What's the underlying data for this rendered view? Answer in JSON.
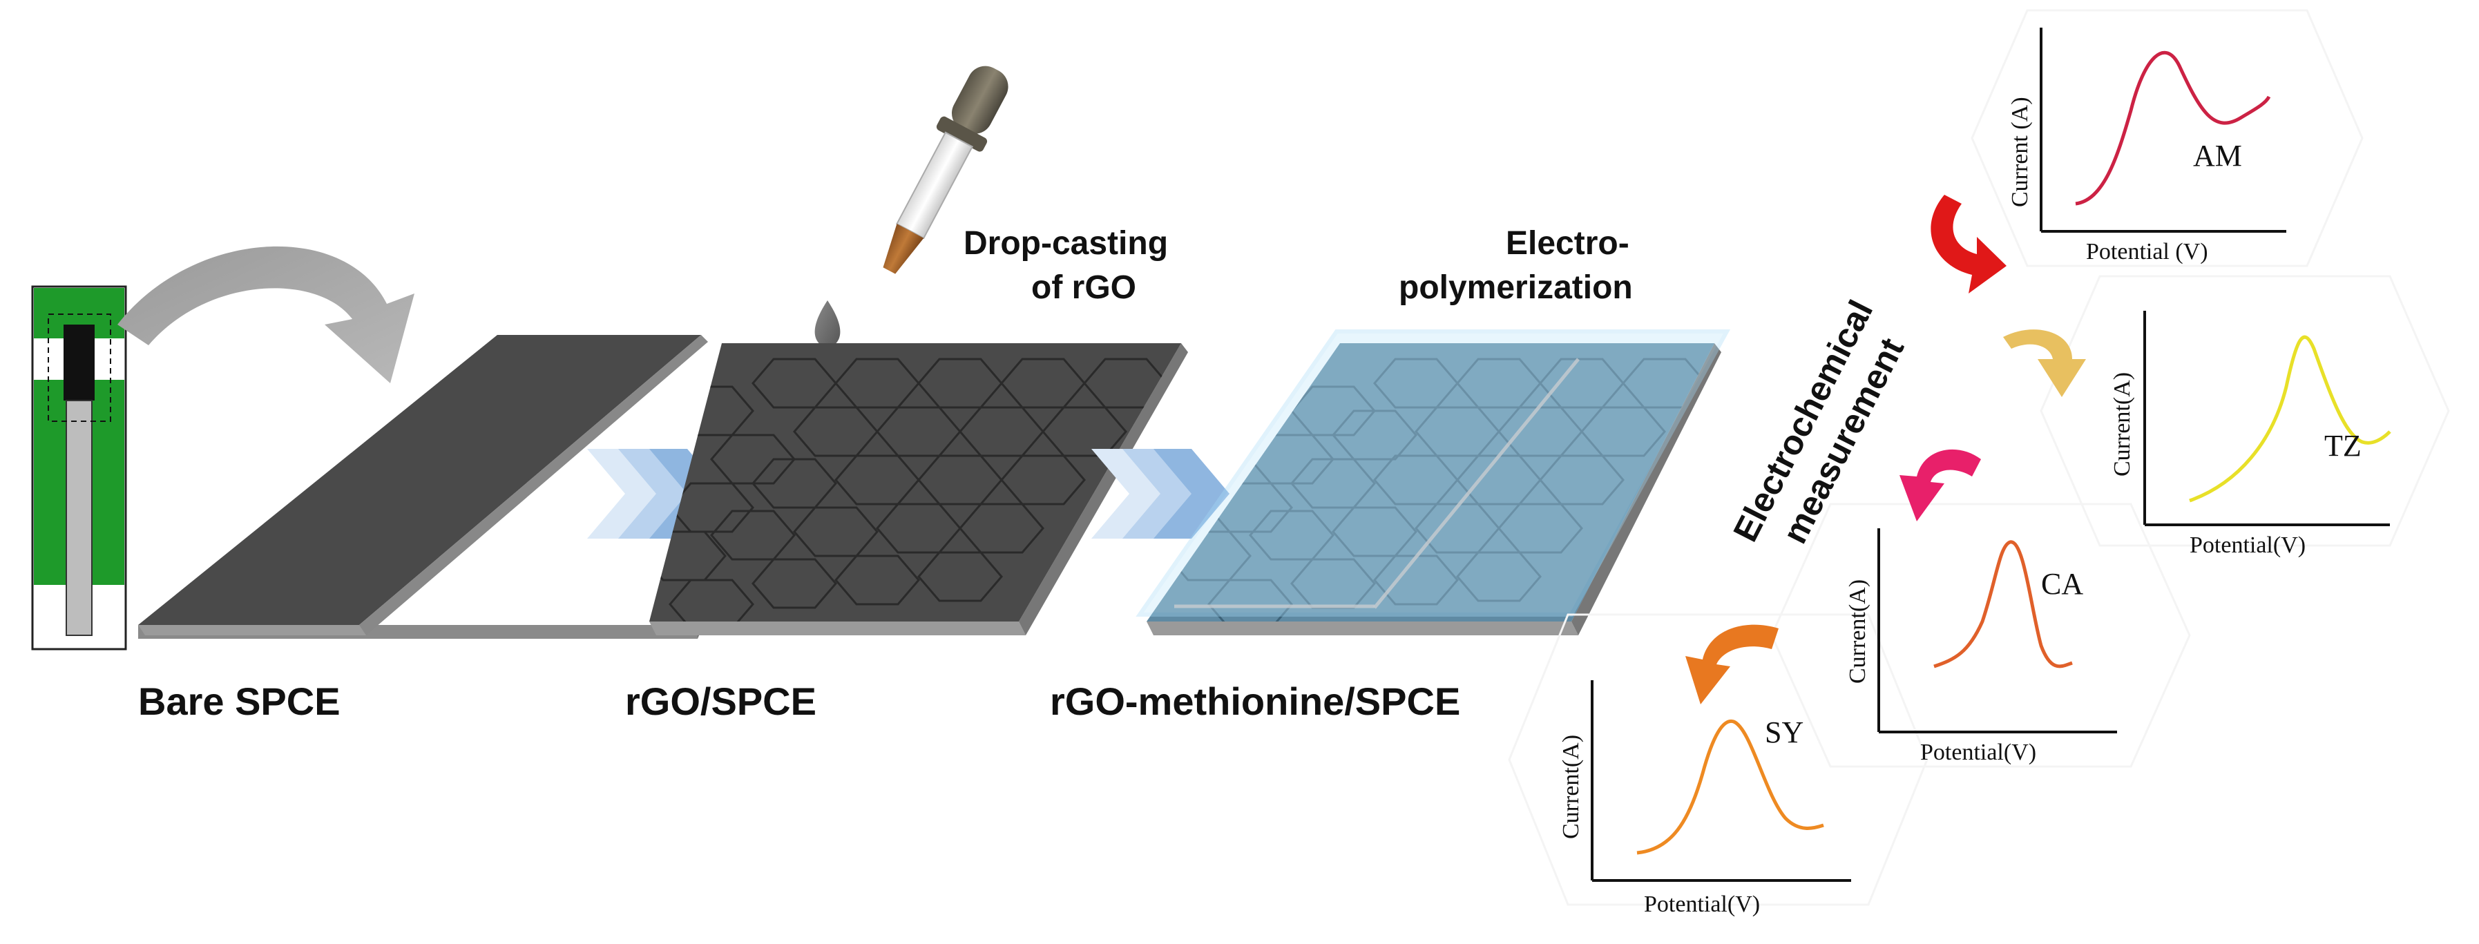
{
  "steps": {
    "bare_label": "Bare SPCE",
    "rgo_label": "rGO/SPCE",
    "met_label": "rGO-methionine/SPCE",
    "drop_line1": "Drop-casting",
    "drop_line2": "of rGO",
    "electro_line1": "Electro-",
    "electro_line2": "polymerization",
    "measure_line1": "Electrochemical",
    "measure_line2": "measurement"
  },
  "plots": {
    "am": {
      "name": "AM",
      "ylabel": "Current (A)",
      "xlabel": "Potential (V)",
      "color": "#cc2244"
    },
    "tz": {
      "name": "TZ",
      "ylabel": "Current(A)",
      "xlabel": "Potential(V)",
      "color": "#e8e028"
    },
    "ca": {
      "name": "CA",
      "ylabel": "Current(A)",
      "xlabel": "Potential(V)",
      "color": "#e0602a"
    },
    "sy": {
      "name": "SY",
      "ylabel": "Current(A)",
      "xlabel": "Potential(V)",
      "color": "#ee8a22"
    }
  },
  "colors": {
    "electrode_dark": "#4a4a4a",
    "electrode_green": "#1e9a2a",
    "polymer_blue": "#5f8aa3",
    "arrow_blue": "#8fb6e0",
    "arrow_red": "#e01818",
    "arrow_gold": "#e8c060",
    "arrow_pink": "#e8206a",
    "arrow_orange": "#e87820"
  }
}
